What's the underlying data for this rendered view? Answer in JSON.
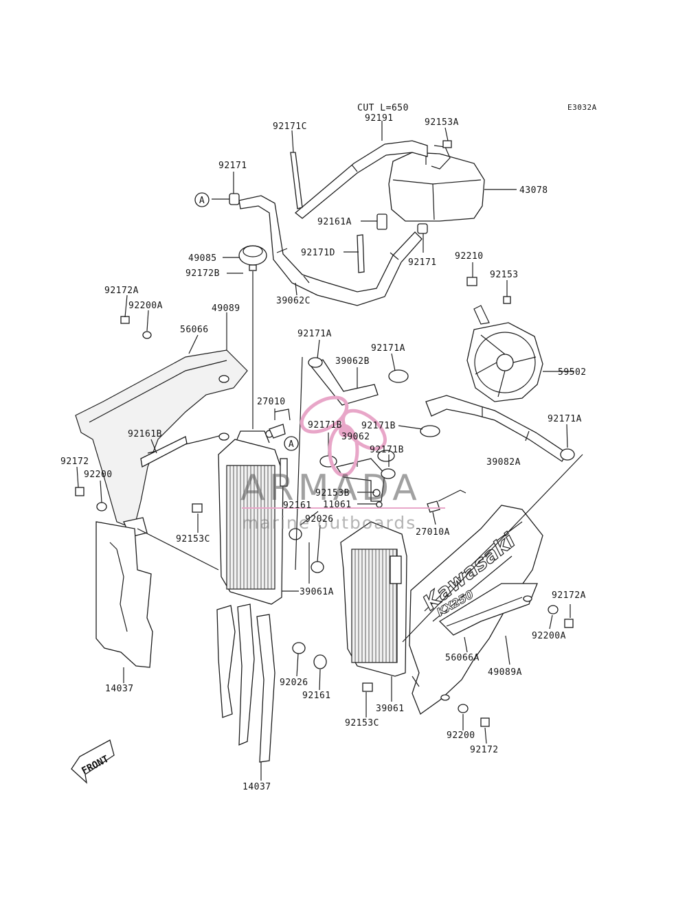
{
  "diagram": {
    "code": "E3032A",
    "cut_note": "CUT L=650",
    "front_label": "FRONT",
    "callout_a": "A",
    "watermark": {
      "title": "ARMADA",
      "subtitle": "marine outboards",
      "color": "#e8a6c8"
    },
    "shroud_brand": "Kawasaki",
    "shroud_model": "KX250",
    "labels": {
      "p92191": "92191",
      "p92171C": "92171C",
      "p92153A": "92153A",
      "p43078": "43078",
      "p92171_top": "92171",
      "p92161A": "92161A",
      "p92171D": "92171D",
      "p92171_right": "92171",
      "p49085": "49085",
      "p92172B": "92172B",
      "p39062C": "39062C",
      "p92210": "92210",
      "p92153": "92153",
      "p92172A_left": "92172A",
      "p92200A_left": "92200A",
      "p49089": "49089",
      "p56066": "56066",
      "p92171A_1": "92171A",
      "p39062B": "39062B",
      "p92171A_2": "92171A",
      "p59502": "59502",
      "p27010": "27010",
      "p92161B": "92161B",
      "p92171B_1": "92171B",
      "p39062": "39062",
      "p92171B_2": "92171B",
      "p92171A_3": "92171A",
      "p92171B_3": "92171B",
      "p39082A": "39082A",
      "p92172_left": "92172",
      "p92200_left": "92200",
      "p92153B": "92153B",
      "p11061": "11061",
      "p92161_mid": "92161",
      "p92026_mid": "92026",
      "p27010A": "27010A",
      "p92153C_left": "92153C",
      "p39061A": "39061A",
      "p92172A_right": "92172A",
      "p92200A_right": "92200A",
      "p56066A": "56066A",
      "p49089A": "49089A",
      "p14037_left": "14037",
      "p92026_low": "92026",
      "p92161_low": "92161",
      "p39061": "39061",
      "p92153C_low": "92153C",
      "p92200_right": "92200",
      "p92172_right": "92172",
      "p14037_low": "14037"
    }
  }
}
